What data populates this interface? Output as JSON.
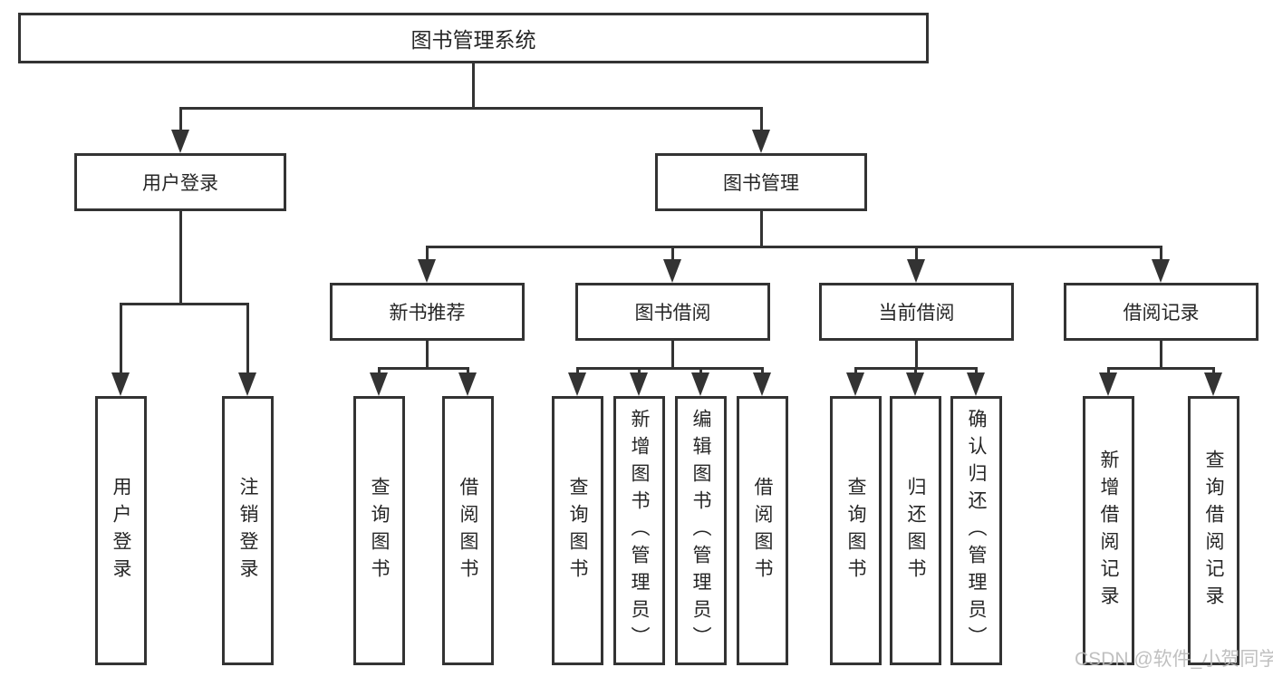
{
  "diagram_type": "hierarchy",
  "colors": {
    "line": "#333333",
    "border": "#333333",
    "text": "#262626",
    "background": "#ffffff",
    "watermark": "#b9b9b9"
  },
  "nodes": {
    "root": "图书管理系统",
    "level2": [
      "用户登录",
      "图书管理"
    ],
    "level3": [
      "新书推荐",
      "图书借阅",
      "当前借阅",
      "借阅记录"
    ],
    "leaves": {
      "login": [
        "用户登录",
        "注销登录"
      ],
      "recommend": [
        "查询图书",
        "借阅图书"
      ],
      "borrow": [
        "查询图书",
        "新增图书（管理员）",
        "编辑图书（管理员）",
        "借阅图书"
      ],
      "current": [
        "查询图书",
        "归还图书",
        "确认归还（管理员）"
      ],
      "records": [
        "新增借阅记录",
        "查询借阅记录"
      ]
    }
  },
  "watermark": "CSDN @软件_小贺同学"
}
